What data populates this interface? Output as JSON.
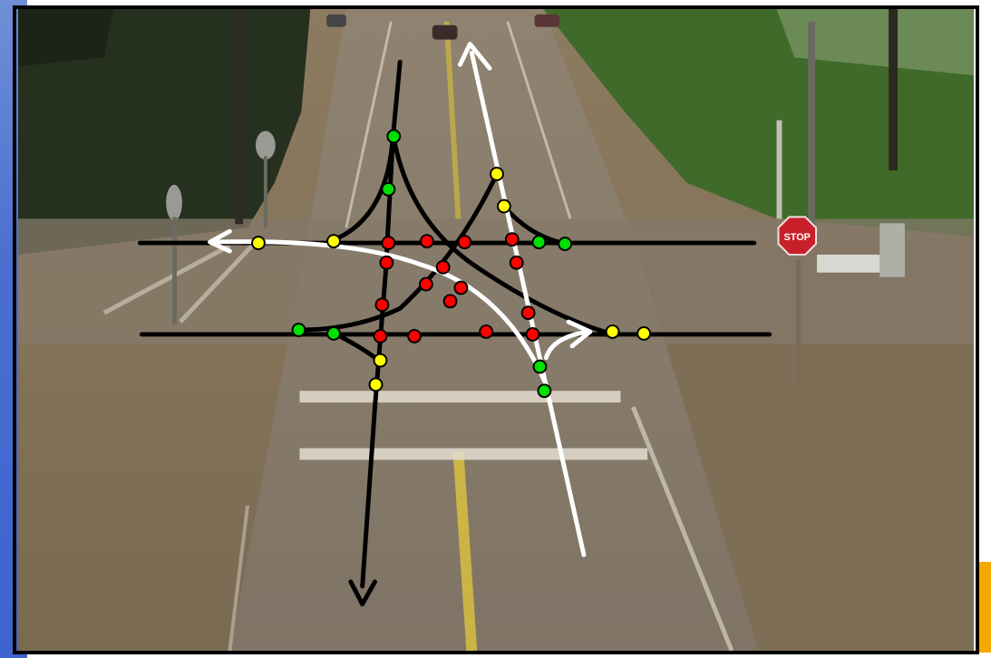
{
  "image_description_labels": {
    "stop_sign_text": "STOP"
  },
  "colors": {
    "vehicle_path_black": "#000000",
    "vehicle_path_white": "#ffffff",
    "merging_point": "#00e000",
    "diverging_point": "#ffff00",
    "crossing_point": "#ff0000",
    "slide_accent": "#f5a800",
    "slide_background": "#4a6fd0"
  },
  "icons": [
    "stop-sign-icon",
    "arrowhead-icon"
  ],
  "conflict_points": {
    "crossing_count": 16,
    "merging_count": 8,
    "diverging_count": 8
  }
}
